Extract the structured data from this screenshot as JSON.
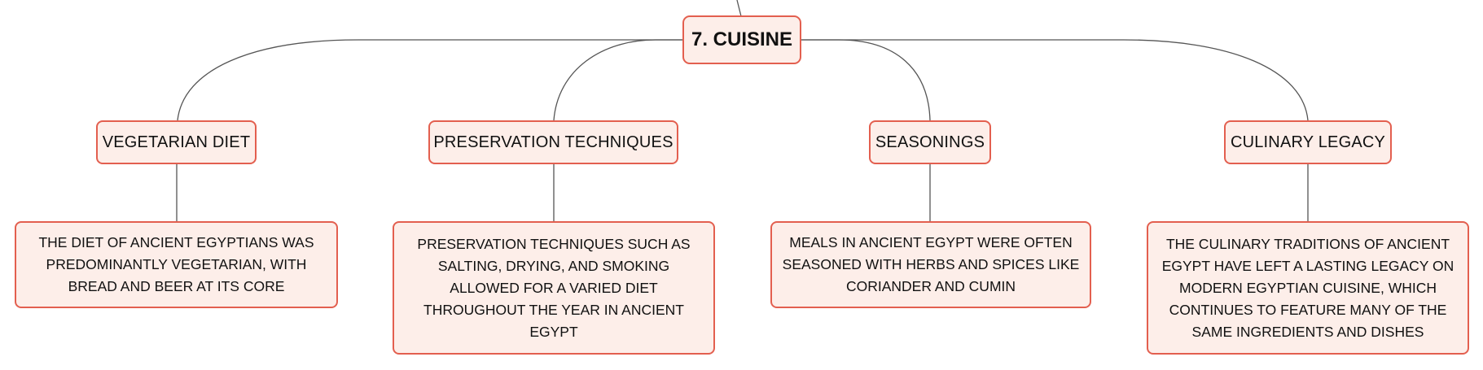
{
  "root": {
    "label": "7. CUISINE"
  },
  "branches": [
    {
      "title": "VEGETARIAN DIET",
      "detail": "THE DIET OF ANCIENT EGYPTIANS WAS PREDOMINANTLY VEGETARIAN, WITH BREAD AND BEER AT ITS CORE"
    },
    {
      "title": "PRESERVATION TECHNIQUES",
      "detail": "PRESERVATION TECHNIQUES SUCH AS SALTING, DRYING, AND SMOKING ALLOWED FOR A VARIED DIET THROUGHOUT THE YEAR IN ANCIENT EGYPT"
    },
    {
      "title": "SEASONINGS",
      "detail": "MEALS IN ANCIENT EGYPT WERE OFTEN SEASONED WITH HERBS AND SPICES LIKE CORIANDER AND CUMIN"
    },
    {
      "title": "CULINARY LEGACY",
      "detail": "THE CULINARY TRADITIONS OF ANCIENT EGYPT HAVE LEFT A LASTING LEGACY ON MODERN EGYPTIAN CUISINE, WHICH CONTINUES TO FEATURE MANY OF THE SAME INGREDIENTS AND DISHES"
    }
  ],
  "colors": {
    "node_border": "#e35f4f",
    "node_fill": "#fdeee9",
    "connector": "#555555",
    "text": "#111111"
  }
}
